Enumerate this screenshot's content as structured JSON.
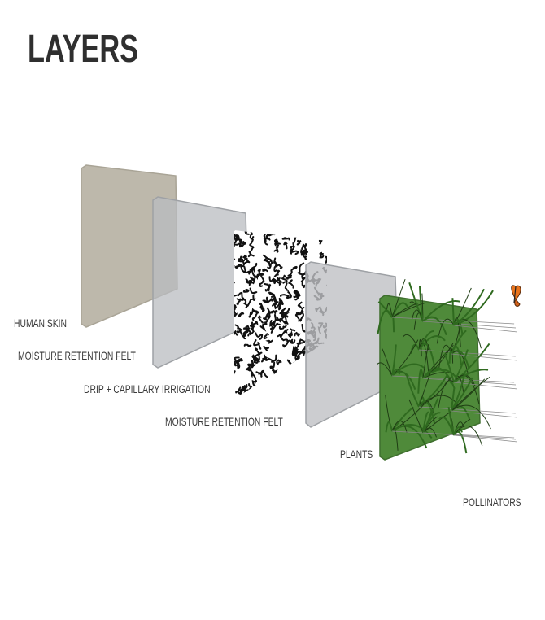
{
  "title": "LAYERS",
  "layers": [
    {
      "label": "HUMAN SKIN",
      "color": "#bdb8ab"
    },
    {
      "label": "MOISTURE RETENTION FELT",
      "color": "#c4c6c9"
    },
    {
      "label": "DRIP + CAPILLARY IRRIGATION",
      "color": "#111111"
    },
    {
      "label": "MOISTURE RETENTION FELT",
      "color": "#c4c6c9"
    },
    {
      "label": "PLANTS",
      "color": "#4f8a3a"
    },
    {
      "label": "POLLINATORS",
      "color": "#e8731c"
    }
  ]
}
